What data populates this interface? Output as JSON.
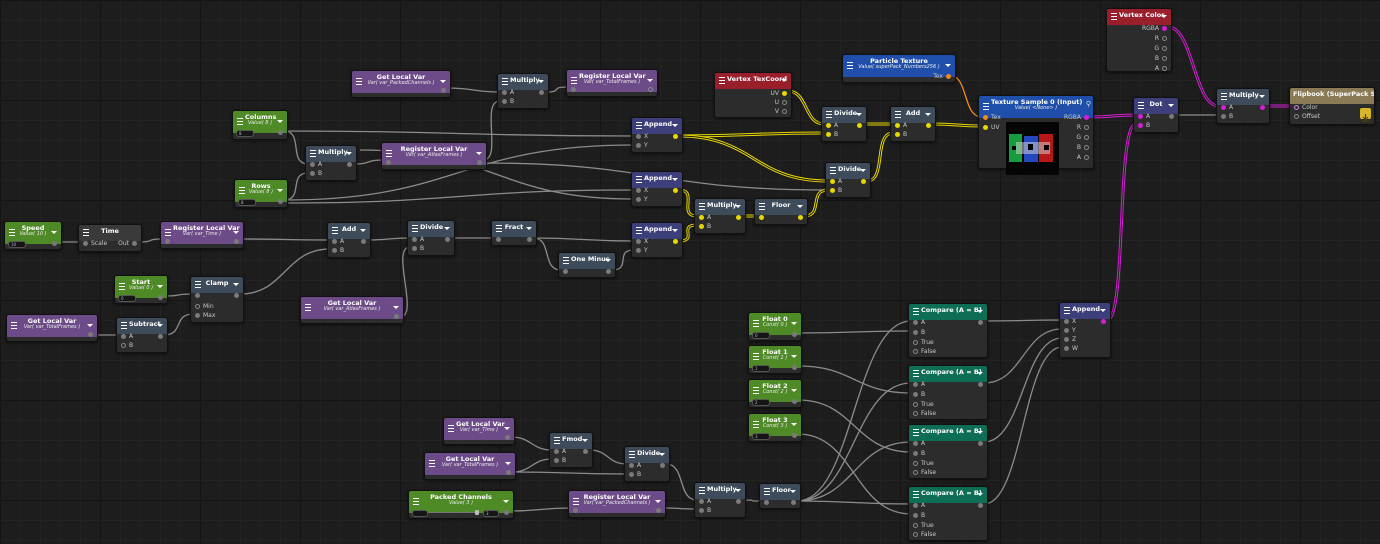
{
  "editor": {
    "title": "Flipbook (SuperPack Su..."
  },
  "colors": {
    "float_wire": "#8c8c8c",
    "vec2_wire": "#e8d800",
    "color_wire": "#d61ed6",
    "tex_wire": "#f08a1a"
  },
  "nodes": {
    "vertex_color": {
      "title": "Vertex Color",
      "outputs": [
        "RGBA",
        "R",
        "G",
        "B",
        "A"
      ]
    },
    "particle_texture": {
      "title": "Particle Texture",
      "sub": "Value( superPack_Numbers256 )",
      "outputs": [
        "Tex"
      ]
    },
    "vertex_texcoord": {
      "title": "Vertex TexCoord",
      "outputs": [
        "UV",
        "U",
        "V"
      ]
    },
    "texture_sample": {
      "title": "Texture Sample 0 (Input)",
      "sub": "Value( <None> )",
      "inputs": [
        "Tex",
        "UV"
      ],
      "outputs": [
        "RGBA",
        "R",
        "G",
        "B",
        "A"
      ]
    },
    "get_local_packed": {
      "title": "Get Local Var",
      "sub": "Var( var_PackedChannels )"
    },
    "multiply_top": {
      "title": "Multiply",
      "inputs": [
        "A",
        "B"
      ]
    },
    "register_totalframes": {
      "title": "Register Local Var",
      "sub": "Var( var_TotalFrames )"
    },
    "columns": {
      "title": "Columns",
      "sub": "Value( 8 )",
      "field": "8"
    },
    "rows": {
      "title": "Rows",
      "sub": "Value( 8 )",
      "field": "8"
    },
    "multiply_cr": {
      "title": "Multiply",
      "inputs": [
        "A",
        "B"
      ]
    },
    "register_atlasframes": {
      "title": "Register Local Var",
      "sub": "Var( var_AtlasFrames )"
    },
    "append_1": {
      "title": "Append",
      "inputs": [
        "X",
        "Y"
      ]
    },
    "append_2": {
      "title": "Append",
      "inputs": [
        "X",
        "Y"
      ]
    },
    "append_3": {
      "title": "Append",
      "inputs": [
        "X",
        "Y"
      ]
    },
    "divide_uv": {
      "title": "Divide",
      "inputs": [
        "A",
        "B"
      ]
    },
    "add_uv": {
      "title": "Add",
      "inputs": [
        "A",
        "B"
      ]
    },
    "divide_2": {
      "title": "Divide",
      "inputs": [
        "A",
        "B"
      ]
    },
    "multiply_mid": {
      "title": "Multiply",
      "inputs": [
        "A",
        "B"
      ]
    },
    "floor_mid": {
      "title": "Floor"
    },
    "dot": {
      "title": "Dot",
      "inputs": [
        "A",
        "B"
      ]
    },
    "multiply_out": {
      "title": "Multiply",
      "inputs": [
        "A",
        "B"
      ]
    },
    "flipbook": {
      "title": "Flipbook (SuperPack Su...",
      "inputs": [
        "Color",
        "Offset"
      ]
    },
    "speed": {
      "title": "Speed",
      "sub": "Value( 10 )",
      "field": "10"
    },
    "time": {
      "title": "Time",
      "inputs": [
        "Scale"
      ],
      "outputs": [
        "Out"
      ]
    },
    "register_time": {
      "title": "Register Local Var",
      "sub": "Var( var_Time )"
    },
    "add_time": {
      "title": "Add",
      "inputs": [
        "A",
        "B"
      ]
    },
    "divide_time": {
      "title": "Divide",
      "inputs": [
        "A",
        "B"
      ]
    },
    "fract": {
      "title": "Fract"
    },
    "one_minus": {
      "title": "One Minus"
    },
    "start": {
      "title": "Start",
      "sub": "Value( 0 )",
      "field": "0"
    },
    "clamp": {
      "title": "Clamp",
      "inputs": [
        "Min",
        "Max"
      ]
    },
    "get_local_total": {
      "title": "Get Local Var",
      "sub": "Var( var_TotalFrames )"
    },
    "subtract": {
      "title": "Subtract",
      "inputs": [
        "A",
        "B"
      ]
    },
    "get_local_atlas": {
      "title": "Get Local Var",
      "sub": "Var( var_AtlasFrames )"
    },
    "float_0": {
      "title": "Float 0",
      "sub": "Const( 0 )",
      "field": "0"
    },
    "float_1": {
      "title": "Float 1",
      "sub": "Const( 1 )",
      "field": "1"
    },
    "float_2": {
      "title": "Float 2",
      "sub": "Const( 2 )",
      "field": "2"
    },
    "float_3": {
      "title": "Float 3",
      "sub": "Const( 3 )",
      "field": "3"
    },
    "compare_1": {
      "title": "Compare (A = B)",
      "inputs": [
        "A",
        "B",
        "True",
        "False"
      ]
    },
    "compare_2": {
      "title": "Compare (A = B)",
      "inputs": [
        "A",
        "B",
        "True",
        "False"
      ]
    },
    "compare_3": {
      "title": "Compare (A = B)",
      "inputs": [
        "A",
        "B",
        "True",
        "False"
      ]
    },
    "compare_4": {
      "title": "Compare (A = B)",
      "inputs": [
        "A",
        "B",
        "True",
        "False"
      ]
    },
    "append_xyzw": {
      "title": "Append",
      "inputs": [
        "X",
        "Y",
        "Z",
        "W"
      ]
    },
    "get_local_time": {
      "title": "Get Local Var",
      "sub": "Var( var_Time )"
    },
    "get_local_total2": {
      "title": "Get Local Var",
      "sub": "Var( var_TotalFrames )"
    },
    "fmod": {
      "title": "Fmod",
      "inputs": [
        "A",
        "B"
      ]
    },
    "divide_bottom": {
      "title": "Divide",
      "inputs": [
        "A",
        "B"
      ]
    },
    "packed_channels": {
      "title": "Packed Channels",
      "sub": "Value( 3 )",
      "field": "3"
    },
    "register_packed": {
      "title": "Register Local Var",
      "sub": "Var( var_PackedChannels )"
    },
    "multiply_bottom": {
      "title": "Multiply",
      "inputs": [
        "A",
        "B"
      ]
    },
    "floor_bottom": {
      "title": "Floor"
    }
  }
}
